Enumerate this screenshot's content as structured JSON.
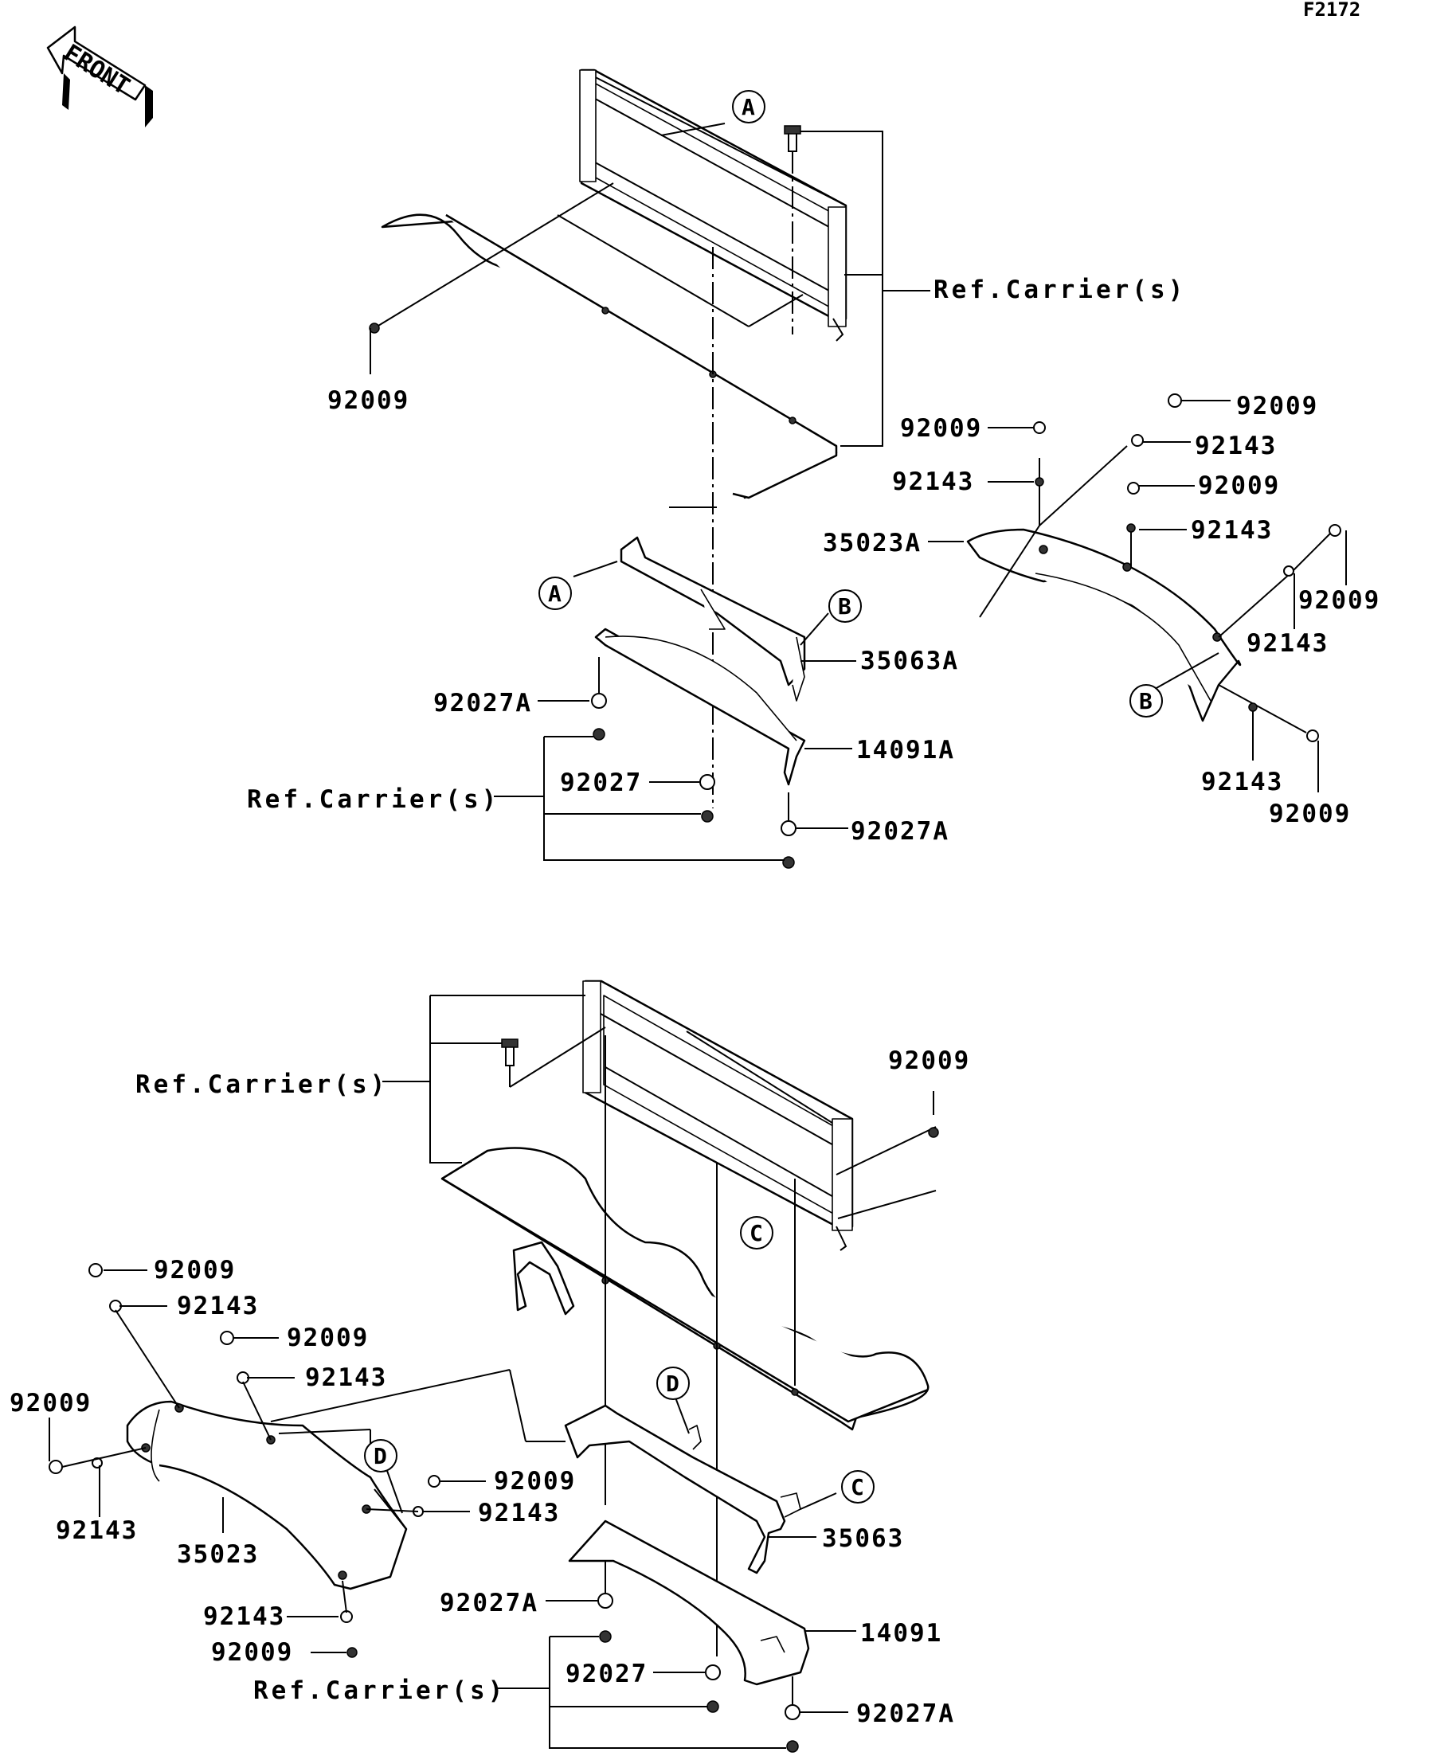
{
  "diagram_code": "F2172",
  "front_label": "FRONT",
  "ref_label": "Ref.Carrier(s)",
  "callouts": {
    "a": "A",
    "b": "B",
    "c": "C",
    "d": "D"
  },
  "parts": {
    "p92009": "92009",
    "p92143": "92143",
    "p92027": "92027",
    "p92027a": "92027A",
    "p35023": "35023",
    "p35023a": "35023A",
    "p35063": "35063",
    "p35063a": "35063A",
    "p14091": "14091",
    "p14091a": "14091A"
  }
}
